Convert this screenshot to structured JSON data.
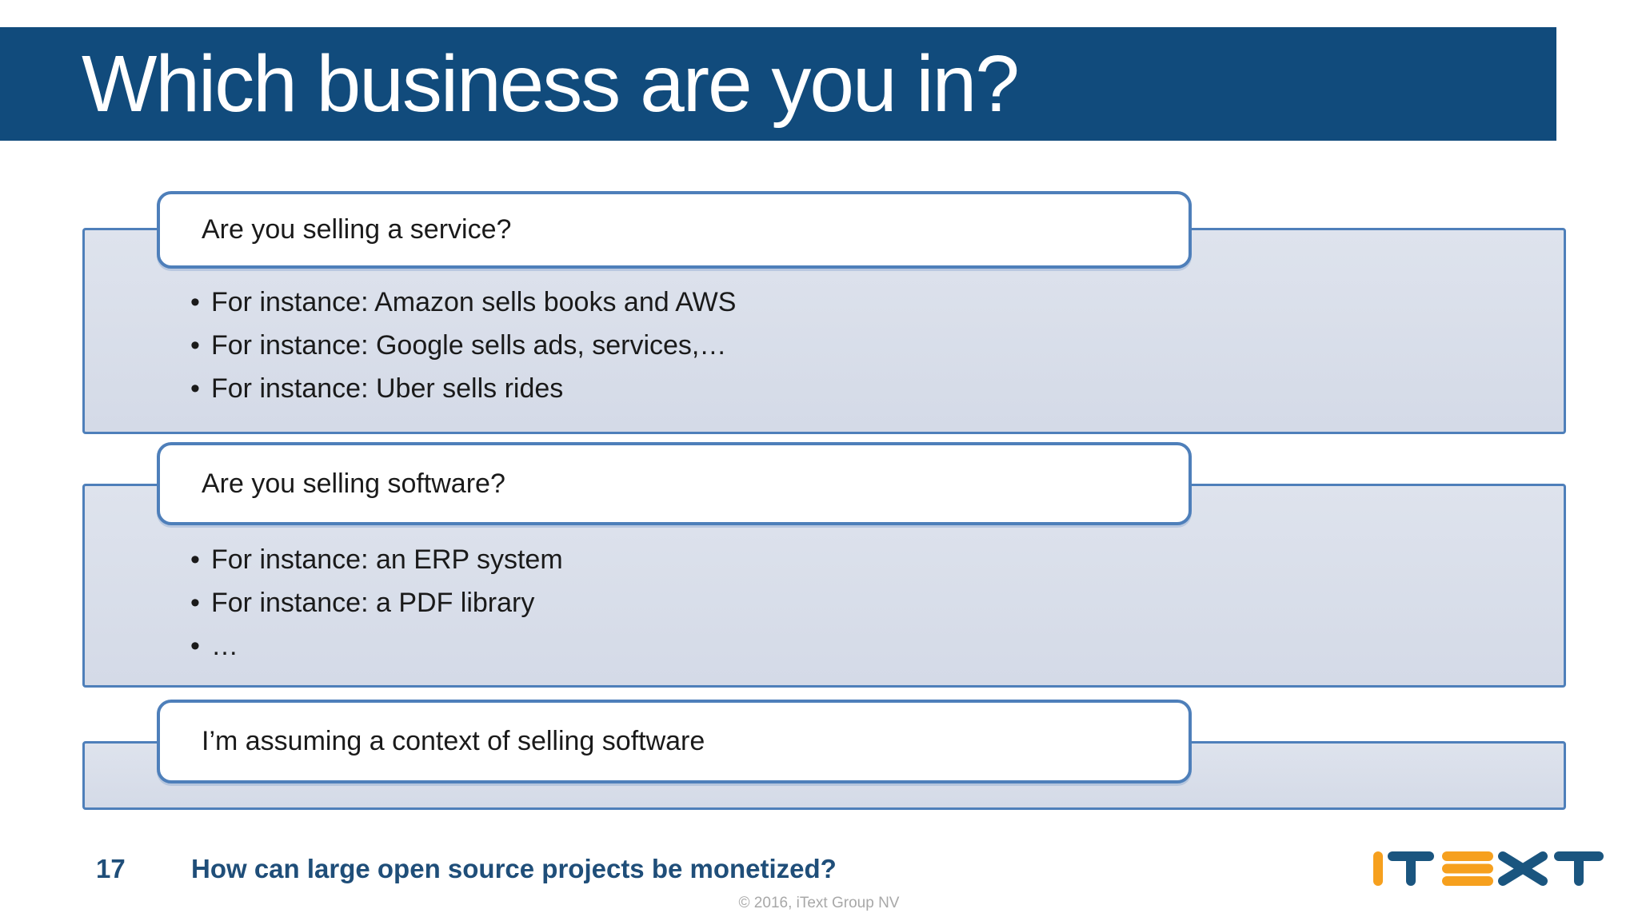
{
  "slide": {
    "title": "Which business are you in?",
    "bullet_char": "•",
    "blocks": [
      {
        "title": "Are you selling a service?",
        "bullets": [
          "For instance: Amazon sells books and AWS",
          "For instance: Google sells ads, services,…",
          "For instance: Uber sells rides"
        ]
      },
      {
        "title": "Are you selling software?",
        "bullets": [
          "For instance: an ERP system",
          "For instance: a PDF library",
          "…"
        ]
      },
      {
        "title": "I’m assuming a context of selling software",
        "bullets": []
      }
    ],
    "footer": {
      "page_number": "17",
      "footer_text": "How can large open source projects be monetized?",
      "copyright": "© 2016, iText Group NV"
    },
    "logo": {
      "name": "iText",
      "alt": "iText logo"
    },
    "colors": {
      "title_bar_bg": "#114B7C",
      "title_text": "#FFFFFF",
      "block_border": "#4E7FBA",
      "block_body_fill": "#D9DEE9",
      "header_fill": "#FFFFFF",
      "body_text": "#1A1A1A",
      "footer_text": "#1F4E79",
      "copyright_text": "#A8A8A8",
      "logo_orange": "#F6A01E",
      "logo_blue": "#1A557F"
    }
  }
}
